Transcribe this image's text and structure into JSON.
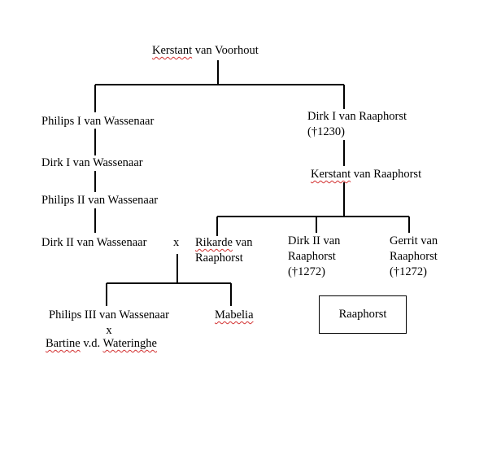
{
  "tree": {
    "root": {
      "line1_sq": "Kerstant",
      "line1_rest": " van Voorhout"
    },
    "philips1": {
      "line1": "Philips I van Wassenaar"
    },
    "dirk1_wassenaar": {
      "line1": "Dirk I van Wassenaar"
    },
    "philips2": {
      "line1": "Philips II van Wassenaar"
    },
    "dirk2_wassenaar": {
      "line1": "Dirk II van Wassenaar"
    },
    "marriage_x1": "x",
    "dirk1_raaphorst": {
      "line1": "Dirk I van Raaphorst",
      "line2": "(†1230)"
    },
    "kerstant_raaphorst": {
      "line1_sq": "Kerstant",
      "line1_rest": " van Raaphorst"
    },
    "rikarde": {
      "line1_sq": "Rikarde",
      "line1_rest": " van",
      "line2": "Raaphorst"
    },
    "dirk2_raaphorst": {
      "line1": "Dirk II van",
      "line2": "Raaphorst",
      "line3": "(†1272)"
    },
    "gerrit": {
      "line1": "Gerrit van",
      "line2": "Raaphorst",
      "line3": "(†1272)"
    },
    "philips3": {
      "line1": "Philips III van Wassenaar"
    },
    "marriage_x2": "x",
    "bartine": {
      "line1_sq": "Bartine",
      "line1_mid": " v.d. ",
      "line1_sq2": "Wateringhe"
    },
    "mabelia": {
      "line1_sq": "Mabelia"
    },
    "raaphorst_box": "Raaphorst"
  },
  "colors": {
    "line": "#000000",
    "text": "#000000",
    "spellcheck": "#d23030"
  }
}
